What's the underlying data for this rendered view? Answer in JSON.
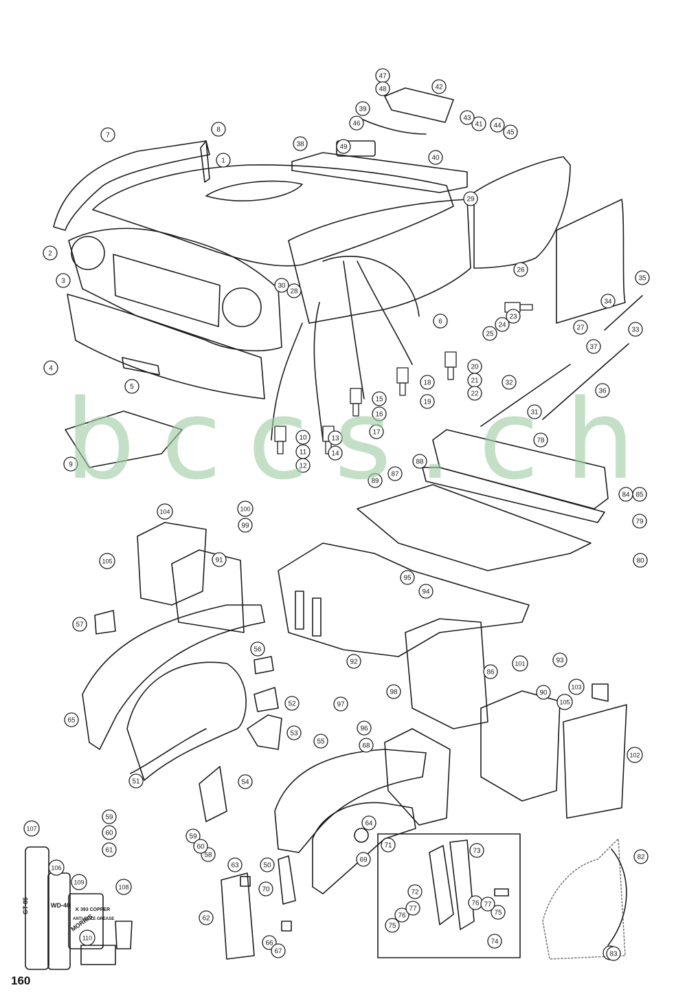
{
  "page_number": "160",
  "watermark": "bccs.ch",
  "callouts": [
    {
      "n": "1"
    },
    {
      "n": "2"
    },
    {
      "n": "3"
    },
    {
      "n": "4"
    },
    {
      "n": "5"
    },
    {
      "n": "6"
    },
    {
      "n": "7"
    },
    {
      "n": "8"
    },
    {
      "n": "9"
    },
    {
      "n": "10"
    },
    {
      "n": "11"
    },
    {
      "n": "12"
    },
    {
      "n": "13"
    },
    {
      "n": "14"
    },
    {
      "n": "15"
    },
    {
      "n": "16"
    },
    {
      "n": "17"
    },
    {
      "n": "18"
    },
    {
      "n": "19"
    },
    {
      "n": "20"
    },
    {
      "n": "21"
    },
    {
      "n": "22"
    },
    {
      "n": "23"
    },
    {
      "n": "24"
    },
    {
      "n": "25"
    },
    {
      "n": "26"
    },
    {
      "n": "27"
    },
    {
      "n": "28"
    },
    {
      "n": "29"
    },
    {
      "n": "30"
    },
    {
      "n": "31"
    },
    {
      "n": "32"
    },
    {
      "n": "33"
    },
    {
      "n": "34"
    },
    {
      "n": "35"
    },
    {
      "n": "36"
    },
    {
      "n": "37"
    },
    {
      "n": "38"
    },
    {
      "n": "39"
    },
    {
      "n": "40"
    },
    {
      "n": "41"
    },
    {
      "n": "42"
    },
    {
      "n": "43"
    },
    {
      "n": "44"
    },
    {
      "n": "45"
    },
    {
      "n": "46"
    },
    {
      "n": "47"
    },
    {
      "n": "48"
    },
    {
      "n": "49"
    },
    {
      "n": "50"
    },
    {
      "n": "51"
    },
    {
      "n": "52"
    },
    {
      "n": "53"
    },
    {
      "n": "54"
    },
    {
      "n": "55"
    },
    {
      "n": "56"
    },
    {
      "n": "57"
    },
    {
      "n": "58"
    },
    {
      "n": "59"
    },
    {
      "n": "60"
    },
    {
      "n": "61"
    },
    {
      "n": "62"
    },
    {
      "n": "63"
    },
    {
      "n": "64"
    },
    {
      "n": "65"
    },
    {
      "n": "66"
    },
    {
      "n": "67"
    },
    {
      "n": "68"
    },
    {
      "n": "69"
    },
    {
      "n": "70"
    },
    {
      "n": "71"
    },
    {
      "n": "72"
    },
    {
      "n": "73"
    },
    {
      "n": "74"
    },
    {
      "n": "75"
    },
    {
      "n": "76"
    },
    {
      "n": "77"
    },
    {
      "n": "78"
    },
    {
      "n": "79"
    },
    {
      "n": "80"
    },
    {
      "n": "81"
    },
    {
      "n": "82"
    },
    {
      "n": "83"
    },
    {
      "n": "84"
    },
    {
      "n": "85"
    },
    {
      "n": "86"
    },
    {
      "n": "87"
    },
    {
      "n": "88"
    },
    {
      "n": "89"
    },
    {
      "n": "90"
    },
    {
      "n": "91"
    },
    {
      "n": "92"
    },
    {
      "n": "93"
    },
    {
      "n": "94"
    },
    {
      "n": "95"
    },
    {
      "n": "96"
    },
    {
      "n": "97"
    },
    {
      "n": "98"
    },
    {
      "n": "99"
    },
    {
      "n": "100"
    },
    {
      "n": "101"
    },
    {
      "n": "102"
    },
    {
      "n": "103"
    },
    {
      "n": "104"
    },
    {
      "n": "105"
    },
    {
      "n": "106"
    },
    {
      "n": "107"
    },
    {
      "n": "108"
    },
    {
      "n": "109"
    },
    {
      "n": "110"
    },
    {
      "n": "59"
    },
    {
      "n": "60"
    },
    {
      "n": "75"
    },
    {
      "n": "76"
    },
    {
      "n": "77"
    },
    {
      "n": "105"
    }
  ],
  "labels": {
    "gt85": "GT-85",
    "wd40": "WD-40",
    "morris": "MORRIS",
    "copper_grease": "K 393 COPPER",
    "anti_seize": "ANTI-SEIZE GREASE"
  },
  "colors": {
    "line": "#1a1a1a",
    "watermark": "#8cc596",
    "paper": "#ffffff"
  }
}
